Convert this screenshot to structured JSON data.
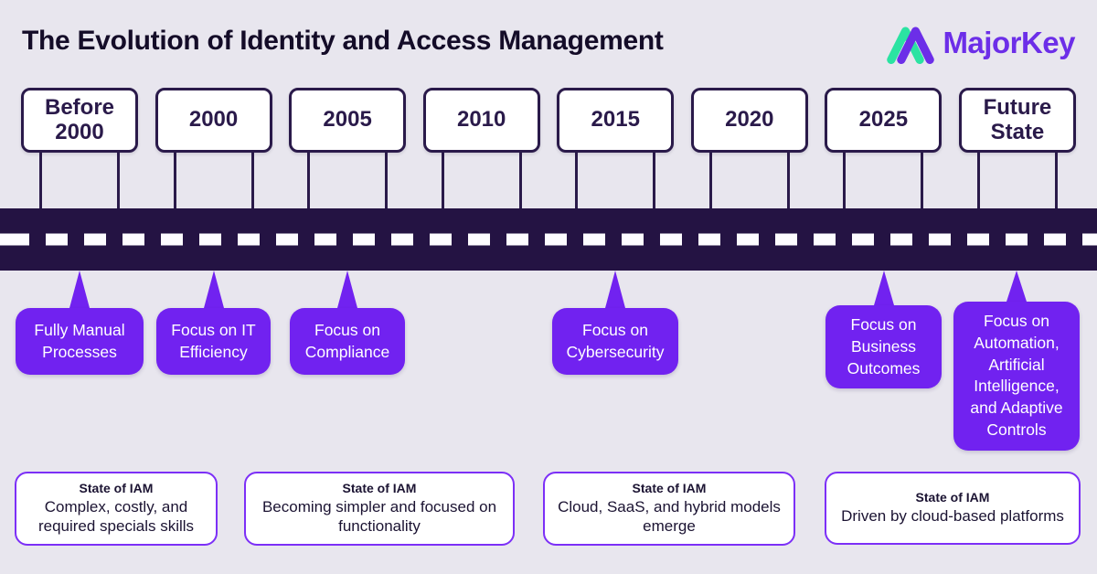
{
  "title": "The Evolution of Identity and Access Management",
  "logo": {
    "text": "MajorKey"
  },
  "colors": {
    "background": "#e8e6ee",
    "road": "#241343",
    "callout_purple": "#7122f0",
    "dark_purple_border": "#2a1a4a",
    "state_box_border": "#7c2ff7",
    "logo_purple": "#6c2ee8",
    "logo_green": "#2be3a2",
    "title_text": "#140c28"
  },
  "timeline_years": [
    "Before 2000",
    "2000",
    "2005",
    "2010",
    "2015",
    "2020",
    "2025",
    "Future State"
  ],
  "callouts": [
    "Fully Manual Processes",
    "Focus on IT Efficiency",
    "Focus on Compliance",
    "Focus on Cybersecurity",
    "Focus on Business Outcomes",
    "Focus on Automation, Artificial Intelligence, and Adaptive Controls"
  ],
  "state_boxes": [
    {
      "heading": "State of IAM",
      "text": "Complex, costly, and required specials skills"
    },
    {
      "heading": "State of IAM",
      "text": "Becoming simpler and focused on functionality"
    },
    {
      "heading": "State of IAM",
      "text": "Cloud, SaaS, and hybrid models emerge"
    },
    {
      "heading": "State of IAM",
      "text": "Driven by cloud-based platforms"
    }
  ]
}
